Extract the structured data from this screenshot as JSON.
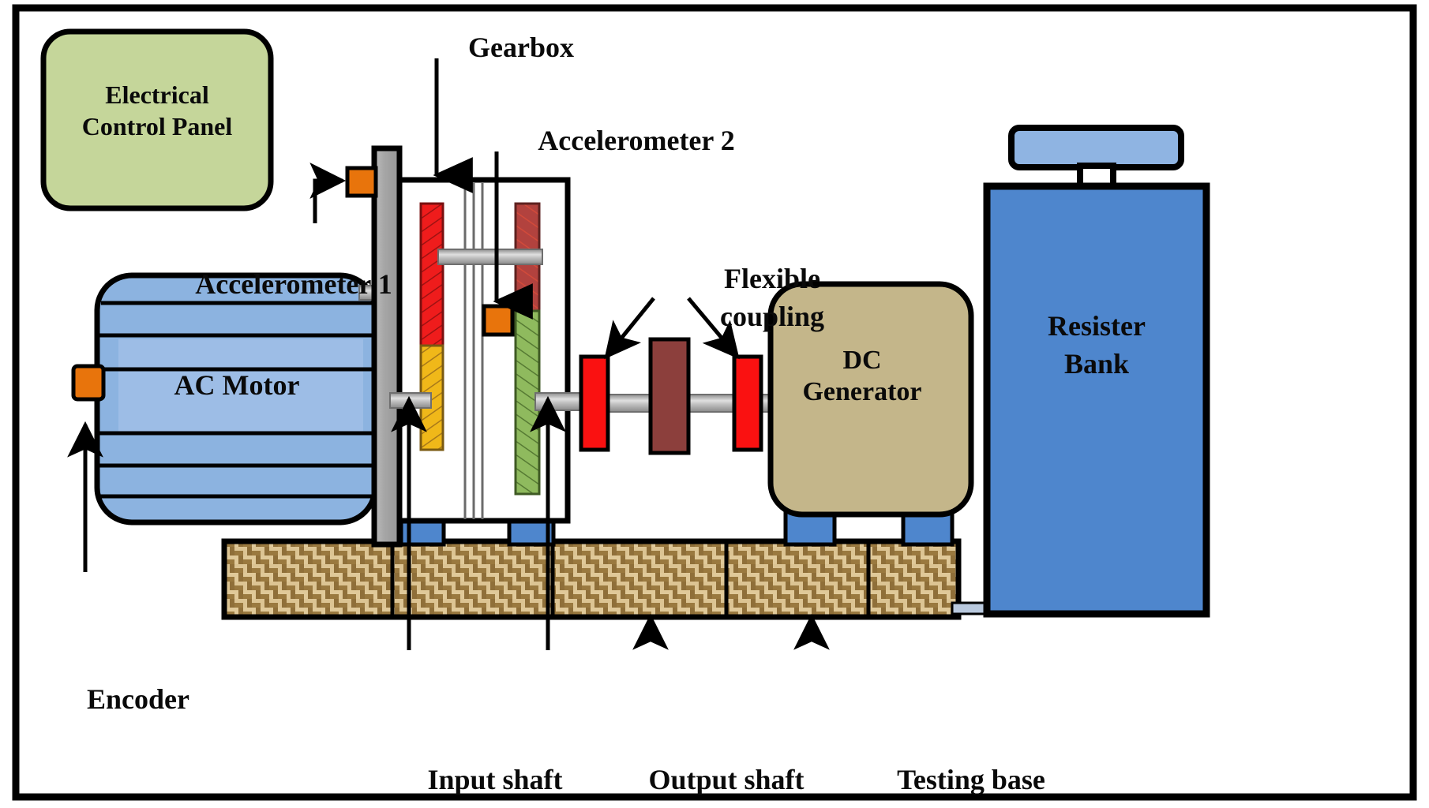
{
  "figure": {
    "title": "Gearbox test rig schematic",
    "frame_color": "#000000",
    "background_color": "#ffffff"
  },
  "components": {
    "control_panel": {
      "label_line1": "Electrical",
      "label_line2": "Control Panel",
      "fill": "#c5d69a",
      "stroke": "#000000"
    },
    "ac_motor": {
      "label": "AC Motor",
      "fill": "#8cb3e0",
      "band_fill": "#9dbde6",
      "stroke": "#000000"
    },
    "gearbox": {
      "label": "Gearbox",
      "casing_fill": "#ffffff",
      "plate_fill": "#a8a8a8",
      "input_gear_top_fill": "#ef1c1c",
      "input_gear_bottom_fill": "#f0b819",
      "output_gear_top_fill": "#b2423e",
      "output_gear_bottom_fill": "#8fba5e",
      "shaft_fill": "#b8b8b8"
    },
    "accelerometer_1": {
      "label": "Accelerometer 1",
      "fill": "#e8740c",
      "stroke": "#000000"
    },
    "accelerometer_2": {
      "label": "Accelerometer 2",
      "fill": "#e8740c",
      "stroke": "#000000"
    },
    "encoder": {
      "label": "Encoder",
      "fill": "#e8740c",
      "stroke": "#000000"
    },
    "flexible_coupling": {
      "label_line1": "Flexible",
      "label_line2": "coupling",
      "flange_fill": "#fa1111",
      "hub_fill": "#8c3f3c",
      "shaft_fill": "#b0b0b0",
      "stroke": "#000000"
    },
    "dc_generator": {
      "label_line1": "DC",
      "label_line2": "Generator",
      "fill": "#c4b68a",
      "stroke": "#000000"
    },
    "resister_bank": {
      "label_line1": "Resister",
      "label_line2": "Bank",
      "fill": "#4e86cd",
      "cap_fill": "#8fb4e2",
      "stroke": "#000000"
    },
    "testing_base": {
      "label": "Testing base",
      "fill": "#c6a56b",
      "weave_dark": "#8a6a36",
      "weave_light": "#e3cfa2",
      "stroke": "#000000"
    },
    "mount_feet": {
      "fill": "#4e86cd",
      "stroke": "#000000"
    },
    "input_shaft": {
      "label": "Input shaft"
    },
    "output_shaft": {
      "label": "Output shaft"
    }
  },
  "callouts": [
    {
      "name": "gearbox",
      "text": "Gearbox"
    },
    {
      "name": "accelerometer-2",
      "text": "Accelerometer 2"
    },
    {
      "name": "accelerometer-1",
      "text": "Accelerometer 1"
    },
    {
      "name": "flexible-coupling-line1",
      "text": "Flexible"
    },
    {
      "name": "flexible-coupling-line2",
      "text": "coupling"
    },
    {
      "name": "encoder",
      "text": "Encoder"
    },
    {
      "name": "input-shaft",
      "text": "Input shaft"
    },
    {
      "name": "output-shaft",
      "text": "Output shaft"
    },
    {
      "name": "testing-base",
      "text": "Testing base"
    }
  ]
}
